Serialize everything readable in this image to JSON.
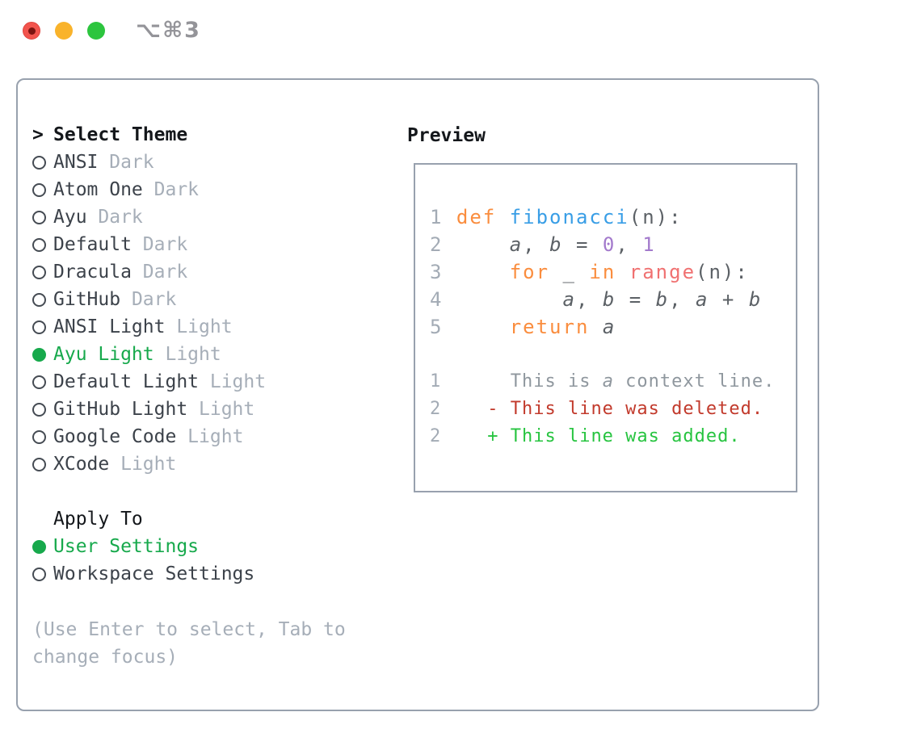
{
  "titlebar": {
    "shortcut": "⌥⌘3"
  },
  "colors": {
    "selection_green": "#17a94c",
    "added_green": "#27c440",
    "deleted_red": "#c23a2c",
    "keyword_orange": "#fa8d3e",
    "function_blue": "#399ee6",
    "number_purple": "#a37acc",
    "call_coral": "#f07171",
    "muted_gray": "#a6aeb8",
    "border_gray": "#98a1ae",
    "traffic_red": "#f2544d",
    "traffic_yellow": "#f9b32b",
    "traffic_green": "#2cc53e"
  },
  "theme_panel": {
    "title_marker": ">",
    "title": "Select Theme",
    "items": [
      {
        "label": "ANSI",
        "variant": "Dark",
        "selected": false
      },
      {
        "label": "Atom One",
        "variant": "Dark",
        "selected": false
      },
      {
        "label": "Ayu",
        "variant": "Dark",
        "selected": false
      },
      {
        "label": "Default",
        "variant": "Dark",
        "selected": false
      },
      {
        "label": "Dracula",
        "variant": "Dark",
        "selected": false
      },
      {
        "label": "GitHub",
        "variant": "Dark",
        "selected": false
      },
      {
        "label": "ANSI Light",
        "variant": "Light",
        "selected": false
      },
      {
        "label": "Ayu Light",
        "variant": "Light",
        "selected": true
      },
      {
        "label": "Default Light",
        "variant": "Light",
        "selected": false
      },
      {
        "label": "GitHub Light",
        "variant": "Light",
        "selected": false
      },
      {
        "label": "Google Code",
        "variant": "Light",
        "selected": false
      },
      {
        "label": "XCode",
        "variant": "Light",
        "selected": false
      }
    ],
    "apply_to": {
      "title": "Apply To",
      "options": [
        {
          "label": "User Settings",
          "selected": true
        },
        {
          "label": "Workspace Settings",
          "selected": false
        }
      ]
    },
    "hint": "(Use Enter to select, Tab to change focus)"
  },
  "preview": {
    "title": "Preview",
    "code_lines": [
      {
        "tokens": [
          {
            "text": "1 ",
            "style": "lnum"
          },
          {
            "text": "def ",
            "style": "keyword"
          },
          {
            "text": "fibonacci",
            "style": "function"
          },
          {
            "text": "(n):",
            "style": "plain"
          }
        ]
      },
      {
        "tokens": [
          {
            "text": "2 ",
            "style": "lnum"
          },
          {
            "text": "    ",
            "style": "plain"
          },
          {
            "text": "a",
            "style": "var"
          },
          {
            "text": ", ",
            "style": "plain"
          },
          {
            "text": "b",
            "style": "var"
          },
          {
            "text": " = ",
            "style": "plain"
          },
          {
            "text": "0",
            "style": "number"
          },
          {
            "text": ", ",
            "style": "plain"
          },
          {
            "text": "1",
            "style": "number"
          }
        ]
      },
      {
        "tokens": [
          {
            "text": "3 ",
            "style": "lnum"
          },
          {
            "text": "    ",
            "style": "plain"
          },
          {
            "text": "for",
            "style": "keyword"
          },
          {
            "text": " _ ",
            "style": "plain"
          },
          {
            "text": "in",
            "style": "keyword"
          },
          {
            "text": " ",
            "style": "plain"
          },
          {
            "text": "range",
            "style": "call"
          },
          {
            "text": "(n):",
            "style": "plain"
          }
        ]
      },
      {
        "tokens": [
          {
            "text": "4 ",
            "style": "lnum"
          },
          {
            "text": "        ",
            "style": "plain"
          },
          {
            "text": "a",
            "style": "var"
          },
          {
            "text": ", ",
            "style": "plain"
          },
          {
            "text": "b",
            "style": "var"
          },
          {
            "text": " = ",
            "style": "plain"
          },
          {
            "text": "b",
            "style": "var"
          },
          {
            "text": ", ",
            "style": "plain"
          },
          {
            "text": "a",
            "style": "var"
          },
          {
            "text": " + ",
            "style": "plain"
          },
          {
            "text": "b",
            "style": "var"
          }
        ]
      },
      {
        "tokens": [
          {
            "text": "5 ",
            "style": "lnum"
          },
          {
            "text": "    ",
            "style": "plain"
          },
          {
            "text": "return",
            "style": "keyword"
          },
          {
            "text": " ",
            "style": "plain"
          },
          {
            "text": "a",
            "style": "var"
          }
        ]
      }
    ],
    "diff_lines": [
      {
        "tokens": [
          {
            "text": "1",
            "style": "lnum"
          },
          {
            "text": "      This is ",
            "style": "context"
          },
          {
            "text": "a",
            "style": "context-var"
          },
          {
            "text": " context line.",
            "style": "context"
          }
        ]
      },
      {
        "tokens": [
          {
            "text": "2",
            "style": "lnum"
          },
          {
            "text": "    ",
            "style": "context"
          },
          {
            "text": "- This line was deleted.",
            "style": "deleted"
          }
        ]
      },
      {
        "tokens": [
          {
            "text": "2",
            "style": "lnum"
          },
          {
            "text": "    ",
            "style": "context"
          },
          {
            "text": "+ This line was added.",
            "style": "added"
          }
        ]
      }
    ]
  }
}
